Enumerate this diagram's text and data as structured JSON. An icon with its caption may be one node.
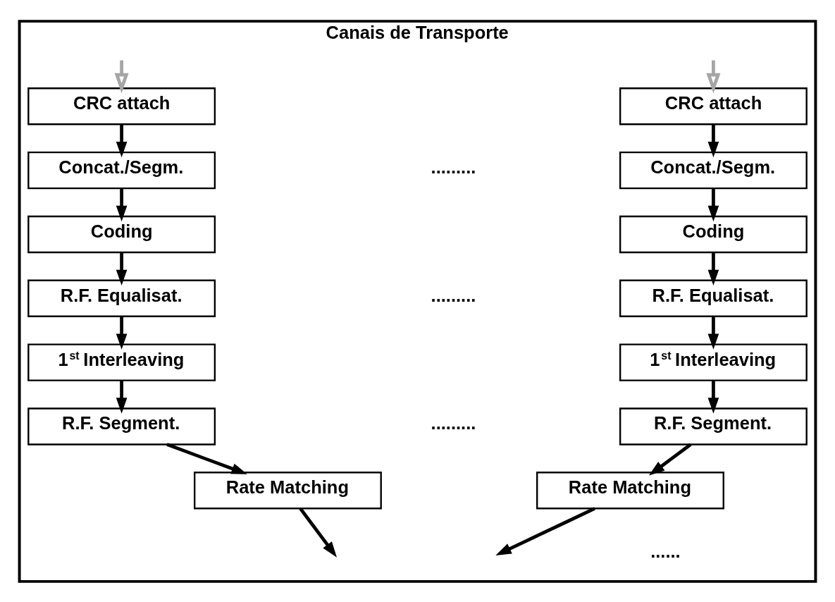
{
  "diagram": {
    "nodes": [
      {
        "text": [
          "Canais de Transporte"
        ]
      },
      {
        "text": [
          "CRC attach"
        ],
        "in": 0
      },
      {
        "text": [
          "Concat./Segm."
        ],
        "in": 0
      },
      {
        "text": [
          "Coding"
        ],
        "in": 0
      },
      {
        "text": [
          "R.F. Equalisat."
        ],
        "in": 0
      },
      {
        "text": [
          "1$^{st}$ Interleaving"
        ],
        "in": 0
      },
      {
        "text": [
          "R.F. Segment."
        ],
        "in": 0
      },
      {
        "text": [
          "Rate Matching"
        ],
        "in": 0
      },
      {
        "text": [
          "CRC attach"
        ],
        "in": 0
      },
      {
        "text": [
          "Concat./Segm."
        ],
        "in": 0
      },
      {
        "text": [
          "Coding"
        ],
        "in": 0
      },
      {
        "text": [
          "R.F. Equalisat."
        ],
        "in": 0
      },
      {
        "text": [
          "1$^{st}$ Interleaving"
        ],
        "in": 0
      },
      {
        "text": [
          "R.F. Segment."
        ],
        "in": 0
      },
      {
        "text": [
          "Rate Matching"
        ],
        "in": 0
      }
    ],
    "edges": [
      {
        "from": null,
        "to": 1,
        "arrow": "to",
        "color": "#a6a6a6"
      },
      {
        "from": 1,
        "to": 2,
        "arrow": "to"
      },
      {
        "from": 2,
        "to": 3,
        "arrow": "to"
      },
      {
        "from": 3,
        "to": 4,
        "arrow": "to"
      },
      {
        "from": 4,
        "to": 5,
        "arrow": "to"
      },
      {
        "from": 5,
        "to": 6,
        "arrow": "to"
      },
      {
        "from": 6,
        "to": 7,
        "arrow": "to"
      },
      {
        "from": 7,
        "to": null,
        "arrow": "to"
      },
      {
        "from": null,
        "to": 8,
        "arrow": "to",
        "color": "#a6a6a6"
      },
      {
        "from": 8,
        "to": 9,
        "arrow": "to"
      },
      {
        "from": 9,
        "to": 10,
        "arrow": "to"
      },
      {
        "from": 10,
        "to": 11,
        "arrow": "to"
      },
      {
        "from": 11,
        "to": 12,
        "arrow": "to"
      },
      {
        "from": 12,
        "to": 13,
        "arrow": "to"
      },
      {
        "from": 13,
        "to": 14,
        "arrow": "to"
      },
      {
        "from": 14,
        "to": null,
        "arrow": "to"
      }
    ],
    "labels": [
      ".........",
      ".........",
      ".........",
      "......"
    ]
  }
}
